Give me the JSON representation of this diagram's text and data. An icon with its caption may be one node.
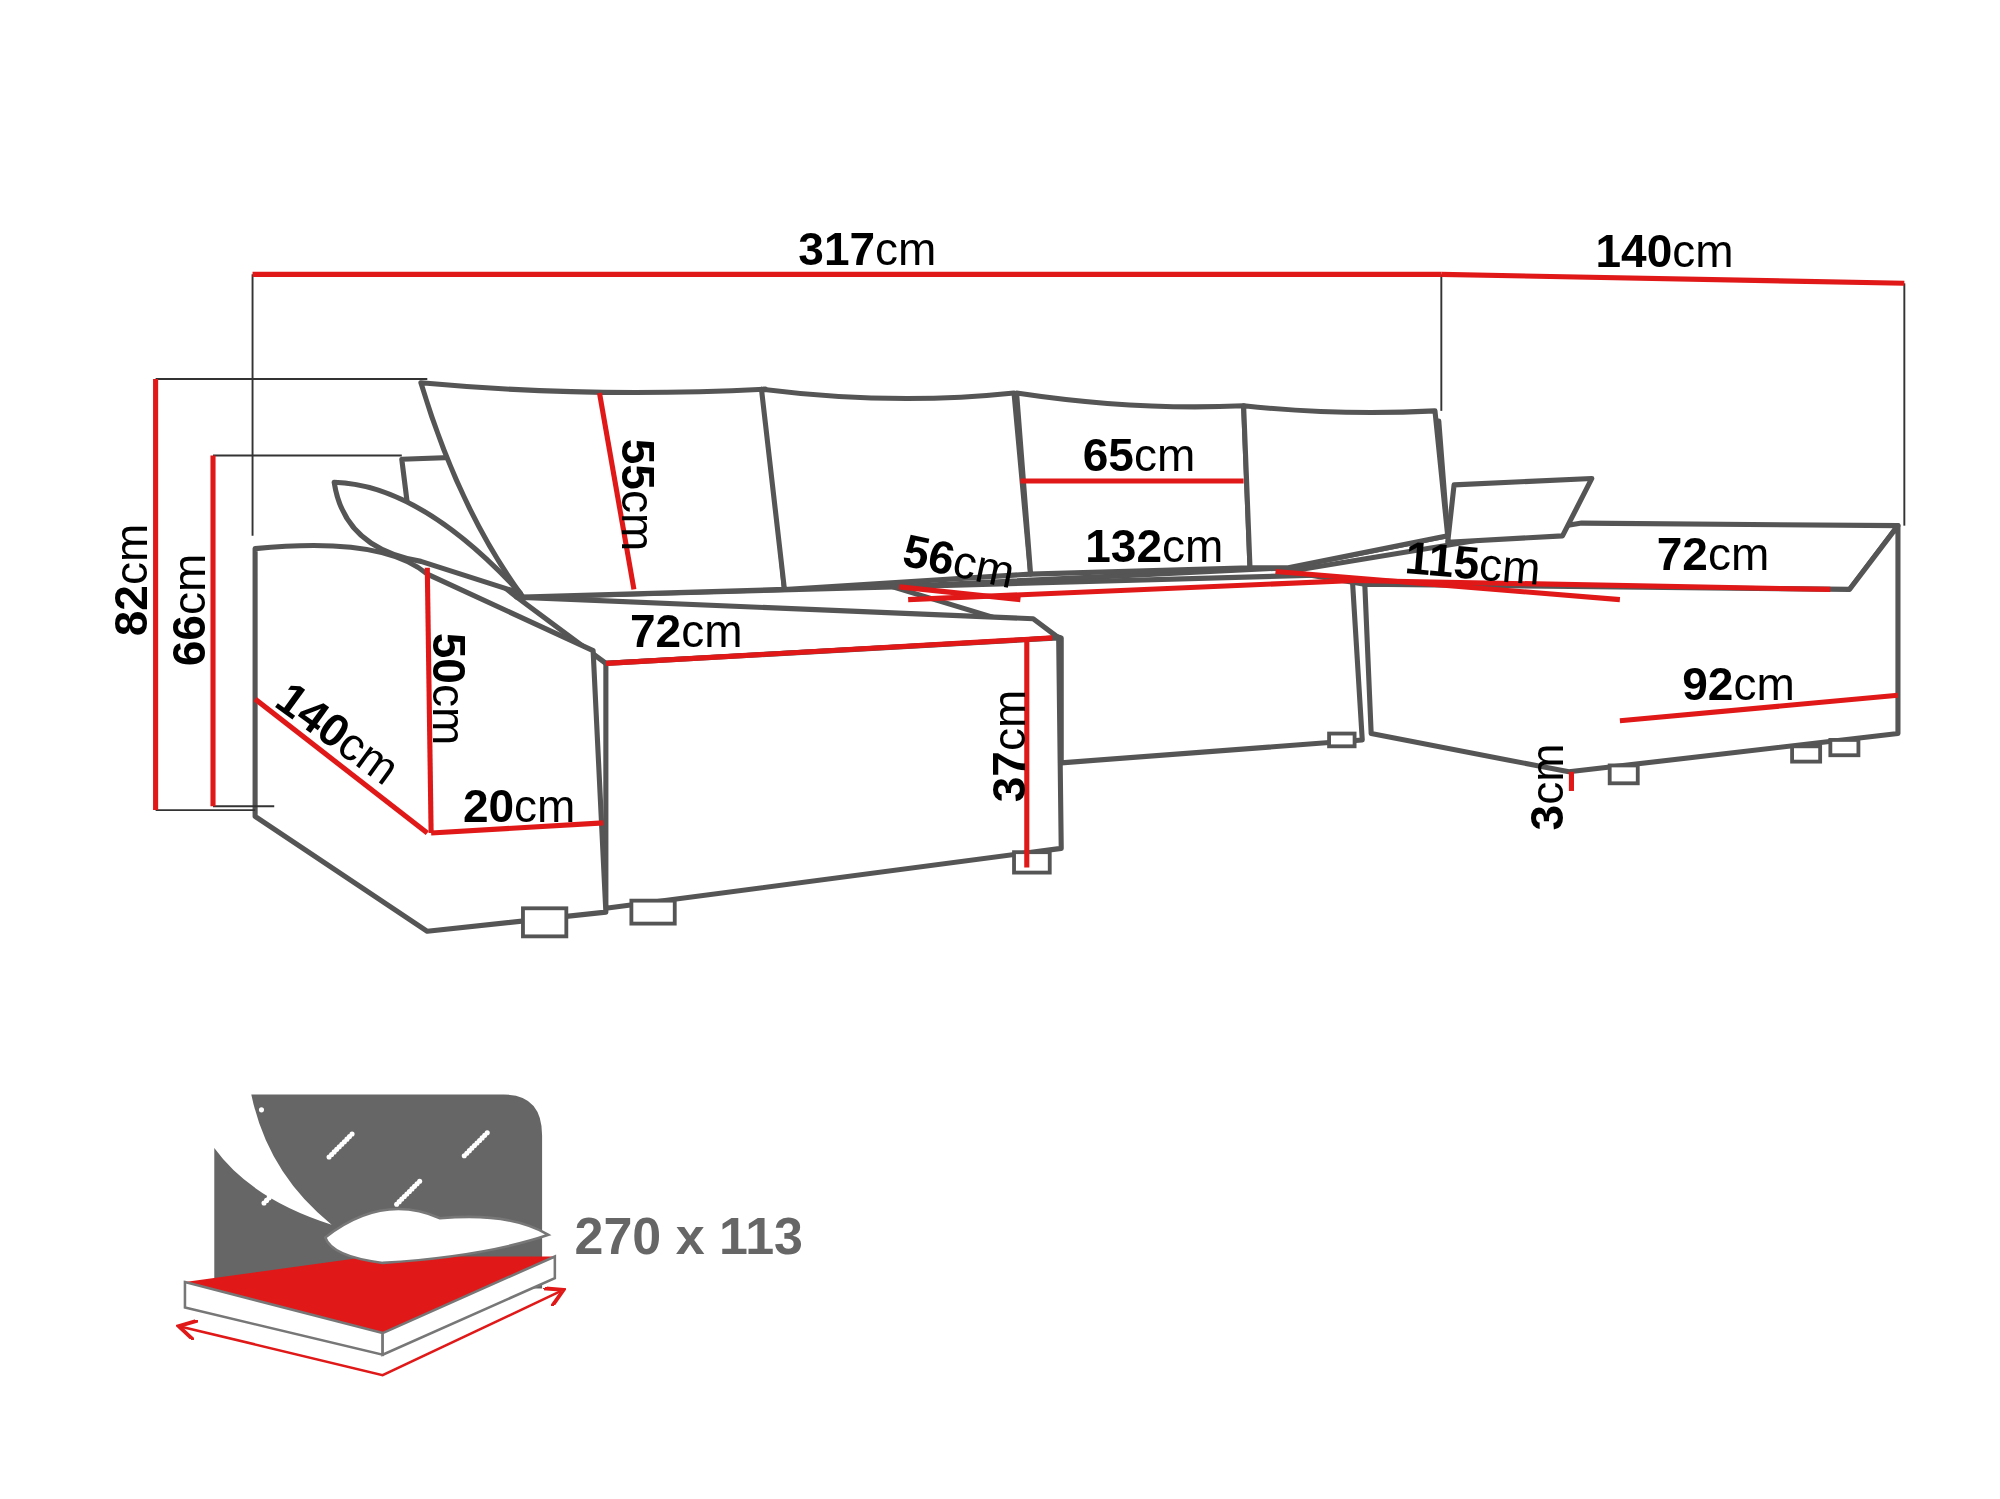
{
  "diagram": {
    "labels": [
      "**317**cm",
      "**140**cm",
      "**55**cm",
      "**65**cm",
      "**82**cm",
      "**66**cm",
      "**56**cm",
      "**132**cm",
      "**115**cm",
      "**72**cm",
      "**72**cm",
      "**50**cm",
      "**92**cm",
      "**140**cm",
      "**37**cm",
      "**20**cm",
      "**3**cm",
      "270 x 113"
    ]
  }
}
